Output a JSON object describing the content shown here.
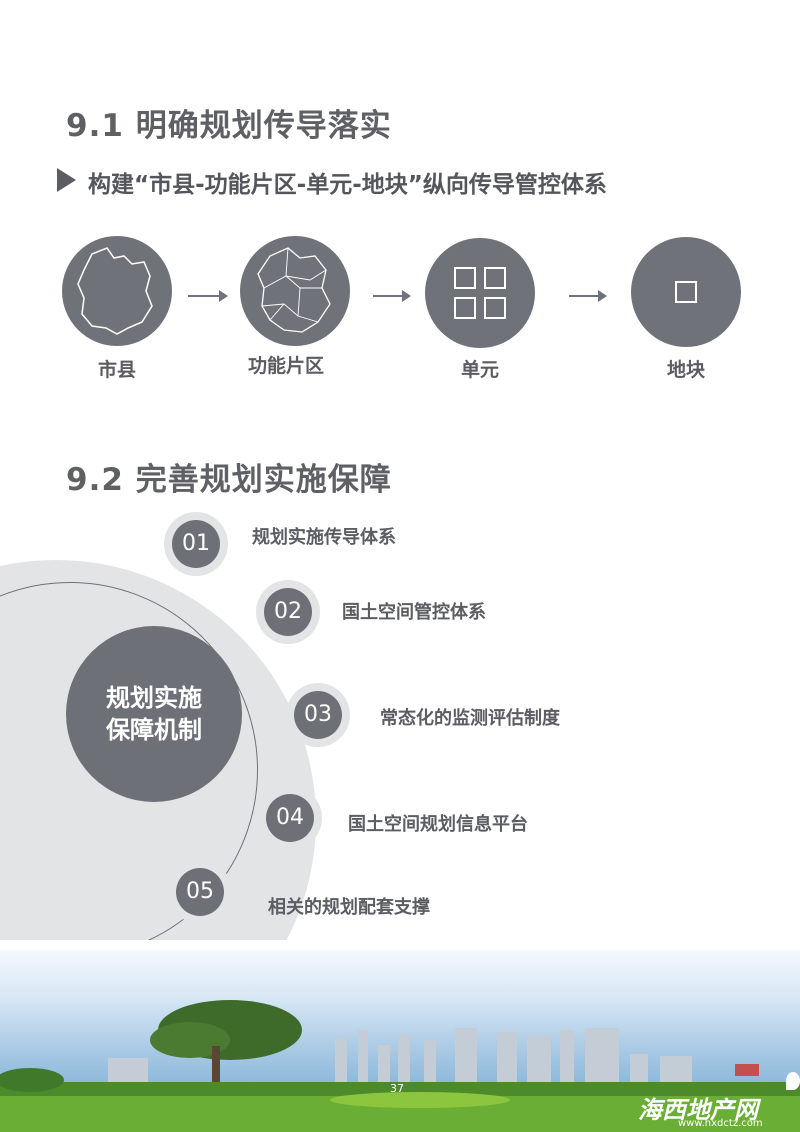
{
  "section1": {
    "title": "9.1 明确规划传导落实",
    "subtitle": "构建“市县-功能片区-单元-地块”纵向传导管控体系",
    "flow": [
      {
        "label": "市县",
        "icon": "county-map-icon"
      },
      {
        "label": "功能片区",
        "icon": "district-map-icon"
      },
      {
        "label": "单元",
        "icon": "four-squares-icon"
      },
      {
        "label": "地块",
        "icon": "single-square-icon"
      }
    ]
  },
  "section2": {
    "title": "9.2 完善规划实施保障",
    "center_label_line1": "规划实施",
    "center_label_line2": "保障机制",
    "items": [
      {
        "num": "01",
        "label": "规划实施传导体系"
      },
      {
        "num": "02",
        "label": "国土空间管控体系"
      },
      {
        "num": "03",
        "label": "常态化的监测评估制度"
      },
      {
        "num": "04",
        "label": "国土空间规划信息平台"
      },
      {
        "num": "05",
        "label": "相关的规划配套支撑"
      }
    ]
  },
  "footer": {
    "page_number": "37",
    "brand": "海西地产网",
    "url": "www.hxdctz.com"
  },
  "colors": {
    "dark_gray": "#6d7076",
    "light_gray": "#e3e4e6",
    "heading": "#5f6064"
  }
}
